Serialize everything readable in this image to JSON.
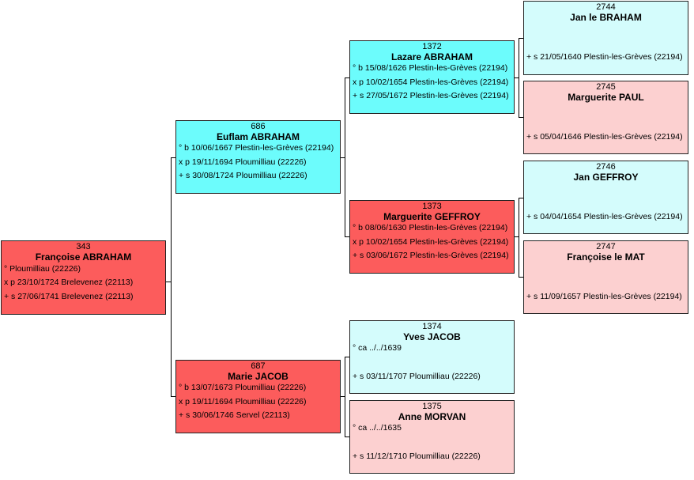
{
  "persons": {
    "p343": {
      "num": "343",
      "name": "Françoise ABRAHAM",
      "ev1": "° Ploumilliau (22226)",
      "ev2": "x p 23/10/1724 Brelevenez (22113)",
      "ev3": "+ s 27/06/1741 Brelevenez (22113)"
    },
    "p686": {
      "num": "686",
      "name": "Euflam ABRAHAM",
      "ev1": "° b 10/06/1667 Plestin-les-Grèves (22194)",
      "ev2": "x p 19/11/1694 Ploumilliau (22226)",
      "ev3": "+ s 30/08/1724 Ploumilliau (22226)"
    },
    "p687": {
      "num": "687",
      "name": "Marie JACOB",
      "ev1": "° b 13/07/1673 Ploumilliau (22226)",
      "ev2": "x p 19/11/1694 Ploumilliau (22226)",
      "ev3": "+ s 30/06/1746 Servel (22113)"
    },
    "p1372": {
      "num": "1372",
      "name": "Lazare ABRAHAM",
      "ev1": "° b 15/08/1626 Plestin-les-Grèves (22194)",
      "ev2": "x p 10/02/1654 Plestin-les-Grèves (22194)",
      "ev3": "+ s 27/05/1672 Plestin-les-Grèves (22194)"
    },
    "p1373": {
      "num": "1373",
      "name": "Marguerite GEFFROY",
      "ev1": "° b 08/06/1630 Plestin-les-Grèves (22194)",
      "ev2": "x p 10/02/1654 Plestin-les-Grèves (22194)",
      "ev3": "+ s 03/06/1672 Plestin-les-Grèves (22194)"
    },
    "p1374": {
      "num": "1374",
      "name": "Yves JACOB",
      "ev1": "° ca ../../1639",
      "ev3": "+ s 03/11/1707 Ploumilliau (22226)"
    },
    "p1375": {
      "num": "1375",
      "name": "Anne MORVAN",
      "ev1": "° ca ../../1635",
      "ev3": "+ s 11/12/1710 Ploumilliau (22226)"
    },
    "p2744": {
      "num": "2744",
      "name": "Jan le BRAHAM",
      "ev3": "+ s 21/05/1640 Plestin-les-Grèves (22194)"
    },
    "p2745": {
      "num": "2745",
      "name": "Marguerite PAUL",
      "ev3": "+ s 05/04/1646 Plestin-les-Grèves (22194)"
    },
    "p2746": {
      "num": "2746",
      "name": "Jan GEFFROY",
      "ev3": "+ s 04/04/1654 Plestin-les-Grèves (22194)"
    },
    "p2747": {
      "num": "2747",
      "name": "Françoise le MAT",
      "ev3": "+ s 11/09/1657 Plestin-les-Grèves (22194)"
    }
  },
  "colors": {
    "male_primary": "#6cfcfc",
    "female_primary": "#fc5c5c",
    "male_secondary": "#d4fcfc",
    "female_secondary": "#fcd0d0"
  }
}
